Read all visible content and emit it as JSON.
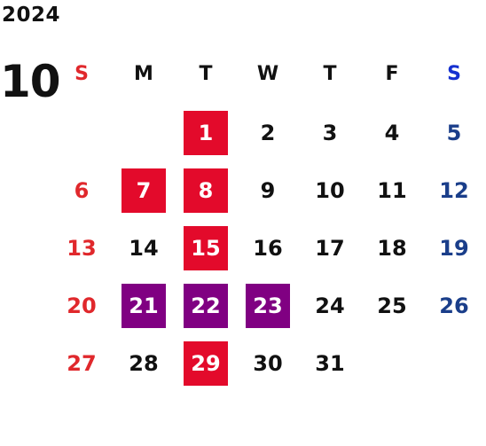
{
  "calendar": {
    "year": "2024",
    "month": "10",
    "weekdays": [
      "S",
      "M",
      "T",
      "W",
      "T",
      "F",
      "S"
    ],
    "weeks": [
      [
        {
          "d": ""
        },
        {
          "d": ""
        },
        {
          "d": "1",
          "mark": "red"
        },
        {
          "d": "2"
        },
        {
          "d": "3"
        },
        {
          "d": "4"
        },
        {
          "d": "5"
        }
      ],
      [
        {
          "d": "6"
        },
        {
          "d": "7",
          "mark": "red"
        },
        {
          "d": "8",
          "mark": "red"
        },
        {
          "d": "9"
        },
        {
          "d": "10"
        },
        {
          "d": "11"
        },
        {
          "d": "12"
        }
      ],
      [
        {
          "d": "13"
        },
        {
          "d": "14"
        },
        {
          "d": "15",
          "mark": "red"
        },
        {
          "d": "16"
        },
        {
          "d": "17"
        },
        {
          "d": "18"
        },
        {
          "d": "19"
        }
      ],
      [
        {
          "d": "20"
        },
        {
          "d": "21",
          "mark": "purple"
        },
        {
          "d": "22",
          "mark": "purple"
        },
        {
          "d": "23",
          "mark": "purple"
        },
        {
          "d": "24"
        },
        {
          "d": "25"
        },
        {
          "d": "26"
        }
      ],
      [
        {
          "d": "27"
        },
        {
          "d": "28"
        },
        {
          "d": "29",
          "mark": "red"
        },
        {
          "d": "30"
        },
        {
          "d": "31"
        },
        {
          "d": ""
        },
        {
          "d": ""
        }
      ]
    ]
  },
  "colors": {
    "sunday": "#e0282c",
    "saturday": "#1a3e8a",
    "saturday_header": "#1530d0",
    "red_mark": "#e30a2b",
    "purple_mark": "#800082",
    "text": "#111111"
  }
}
